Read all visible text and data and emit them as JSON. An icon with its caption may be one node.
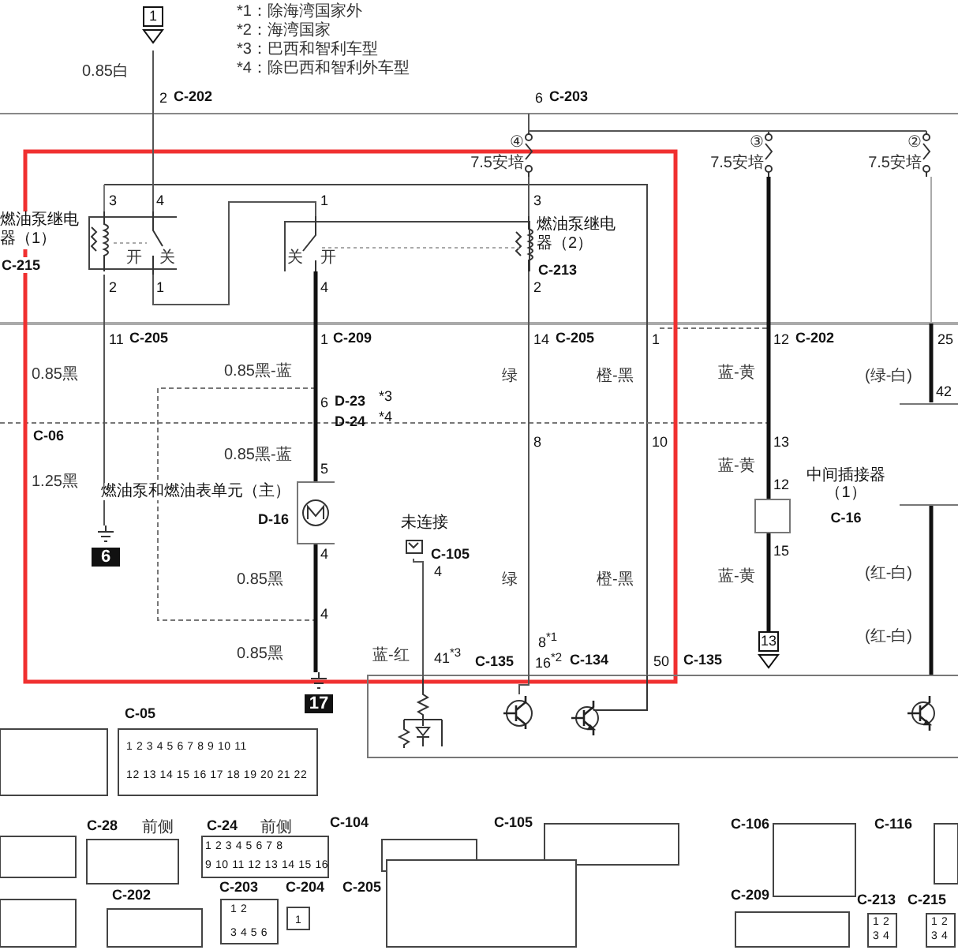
{
  "diagram": {
    "nodes": [
      {
        "text": [
          "1"
        ]
      },
      {
        "text": [
          "燃油泵继电器（1）",
          "C-215"
        ]
      },
      {
        "text": [
          "燃油泵继电器（2）",
          "C-213"
        ]
      },
      {
        "text": [
          "燃油泵和燃油表单元（主）",
          "D-16"
        ]
      },
      {
        "text": [
          "6"
        ]
      },
      {
        "text": [
          "17"
        ]
      },
      {
        "text": [
          "中间插接器（1）",
          "C-16"
        ]
      },
      {
        "text": [
          "未连接",
          "C-105"
        ]
      },
      {
        "text": [
          "13"
        ]
      },
      {
        "text": [
          "④",
          "7.5安培"
        ]
      },
      {
        "text": [
          "③",
          "7.5安培"
        ]
      },
      {
        "text": [
          "②",
          "7.5安培"
        ]
      },
      {
        "text": [],
        "shape": "picture"
      },
      {
        "text": [],
        "shape": "circle"
      }
    ],
    "edges": [
      {
        "from": 0,
        "to": 1,
        "arrow": "none"
      },
      {
        "from": 1,
        "to": 2,
        "arrow": "none"
      },
      {
        "from": 2,
        "to": 3,
        "arrow": "none",
        "style": "thick"
      },
      {
        "from": 3,
        "to": 5,
        "arrow": "none",
        "style": "thick"
      },
      {
        "from": 1,
        "to": 4,
        "arrow": "none"
      },
      {
        "from": 2,
        "to": 13,
        "arrow": "none"
      },
      {
        "from": 10,
        "to": 6,
        "arrow": "none",
        "style": "thick"
      },
      {
        "from": 6,
        "to": 8,
        "arrow": "none",
        "style": "thick"
      },
      {
        "from": 9,
        "to": 2,
        "arrow": "none"
      },
      {
        "from": 7,
        "to": 12,
        "arrow": "none"
      }
    ],
    "labels": [
      "*1：除海湾国家外",
      "*2：海湾国家",
      "*3：巴西和智利车型",
      "0.85白",
      "*4：除巴西和智利外车型",
      "2",
      "C-202",
      "6",
      "C-203",
      "3",
      "4",
      "1",
      "3",
      "开",
      "关",
      "关",
      "开",
      "2",
      "1",
      "4",
      "2",
      "11",
      "C-205",
      "1",
      "C-209",
      "14",
      "C-205",
      "1",
      "12",
      "C-202",
      "25",
      "0.85黑",
      "0.85黑-蓝",
      "绿",
      "橙-黑",
      "蓝-黄",
      "(绿-白)",
      "6",
      "D-23",
      "*3",
      "42",
      "D-24",
      "*4",
      "C-06",
      "8",
      "10",
      "13",
      "0.85黑-蓝",
      "蓝-黄",
      "5",
      "1.25黑",
      "12",
      "4",
      "15",
      "0.85黑",
      "4",
      "绿",
      "橙-黑",
      "蓝-黄",
      "(红-白)",
      "4",
      "8$^{*1}$",
      "(红-白)",
      "0.85黑",
      "蓝-红",
      "41$^{*3}$",
      "C-135",
      "16$^{*2}$",
      "C-134",
      "50",
      "C-135",
      "C-05",
      "1 2 3 4 5 6 7 8 9 10 11",
      "12 13 14 15 16 17 18 19 20 21 22",
      "C-28",
      "前侧",
      "C-24",
      "前侧",
      "C-104",
      "C-105",
      "C-106",
      "C-116",
      "1 2 3 4 5 6 7 8",
      "9 10 11 12 13 14 15 16",
      "C-202",
      "C-203",
      "C-204",
      "C-205",
      "C-209",
      "C-213",
      "C-215",
      "1 2",
      "1",
      "1 2",
      "1 2",
      "3 4 5 6",
      "3 4",
      "3 4"
    ]
  }
}
